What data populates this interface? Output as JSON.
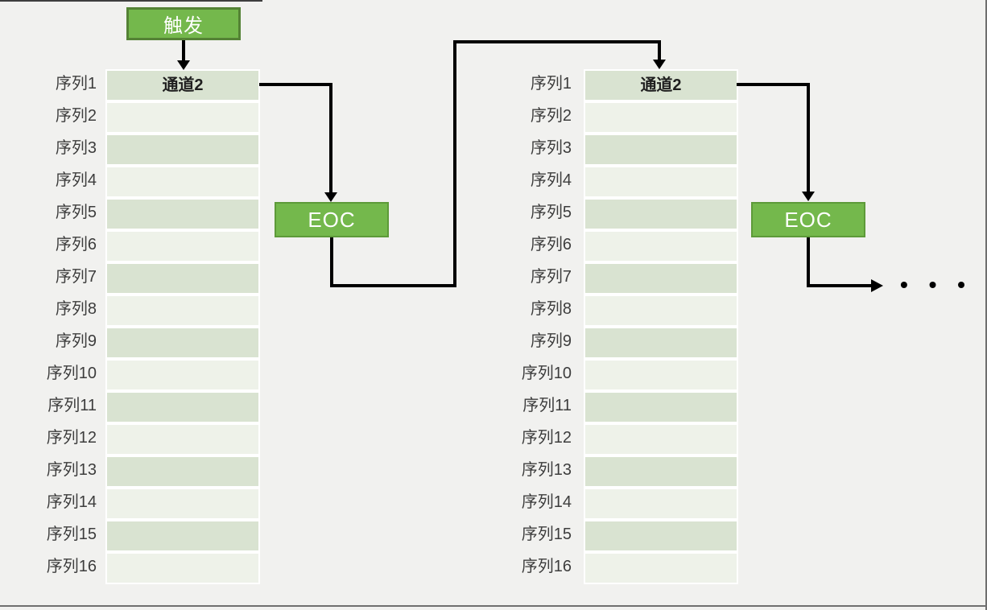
{
  "diagram": {
    "trigger_label": "触发",
    "eoc_label": "EOC",
    "channel_value": "通道2",
    "ellipsis": "• • •"
  },
  "sequence_rows": [
    {
      "label": "序列1",
      "value": "通道2"
    },
    {
      "label": "序列2",
      "value": ""
    },
    {
      "label": "序列3",
      "value": ""
    },
    {
      "label": "序列4",
      "value": ""
    },
    {
      "label": "序列5",
      "value": ""
    },
    {
      "label": "序列6",
      "value": ""
    },
    {
      "label": "序列7",
      "value": ""
    },
    {
      "label": "序列8",
      "value": ""
    },
    {
      "label": "序列9",
      "value": ""
    },
    {
      "label": "序列10",
      "value": ""
    },
    {
      "label": "序列11",
      "value": ""
    },
    {
      "label": "序列12",
      "value": ""
    },
    {
      "label": "序列13",
      "value": ""
    },
    {
      "label": "序列14",
      "value": ""
    },
    {
      "label": "序列15",
      "value": ""
    },
    {
      "label": "序列16",
      "value": ""
    }
  ],
  "colors": {
    "box_green": "#74b84c",
    "box_border_green": "#548235",
    "row_dark": "#d9e3d1",
    "row_light": "#eef2e9",
    "connector_black": "#000000",
    "label_gray": "#3d3d3d",
    "background": "#f1f1ef",
    "panel_white": "#ffffff"
  }
}
